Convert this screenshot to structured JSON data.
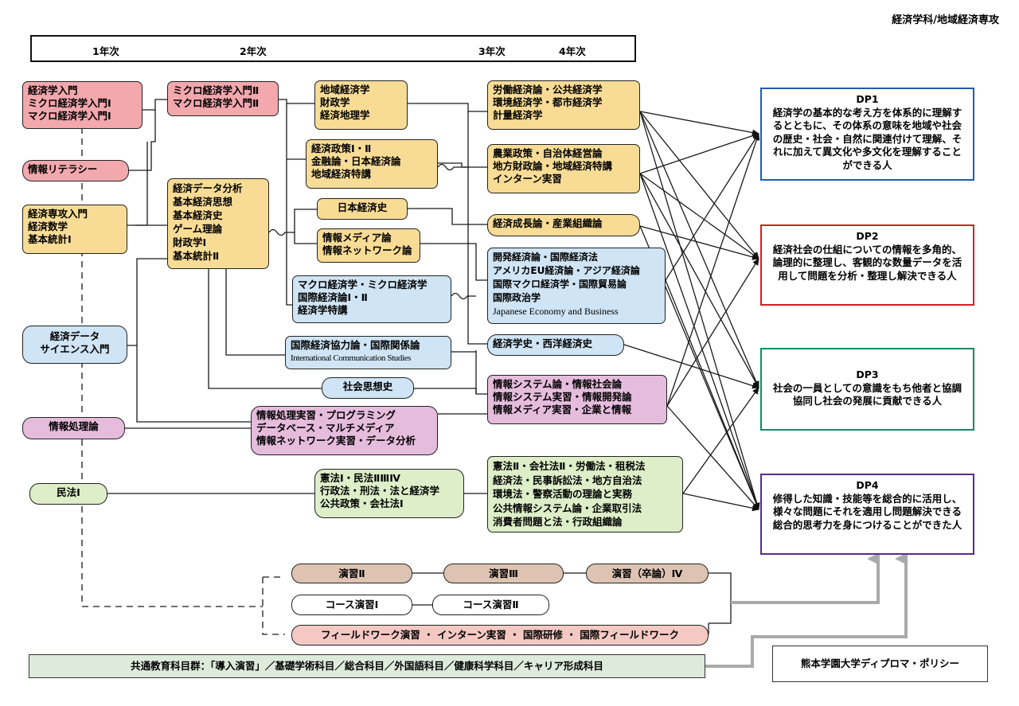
{
  "header": {
    "title": "経済学科/地域経済専攻"
  },
  "years": [
    "1年次",
    "2年次",
    "3年次",
    "4年次"
  ],
  "courses": {
    "intro": [
      "経済学入門",
      "ミクロ経済学入門Ⅰ",
      "マクロ経済学入門Ⅰ"
    ],
    "literacy": [
      "情報リテラシー"
    ],
    "major": [
      "経済専攻入門",
      "経済数学",
      "基本統計Ⅰ"
    ],
    "ds": [
      "経済データ",
      "サイエンス入門"
    ],
    "infoproc": [
      "情報処理論"
    ],
    "civil": [
      "民法Ⅰ"
    ],
    "micro2": [
      "ミクロ経済学入門Ⅱ",
      "マクロ経済学入門Ⅱ"
    ],
    "dataana": [
      "経済データ分析",
      "基本経済思想",
      "基本経済史",
      "ゲーム理論",
      "財政学Ⅰ",
      "基本統計Ⅱ"
    ],
    "regional": [
      "地域経済学",
      "財政学",
      "経済地理学"
    ],
    "policy": [
      "経済政策Ⅰ・Ⅱ",
      "金融論・日本経済論",
      "地域経済特講"
    ],
    "japanhist": [
      "日本経済史"
    ],
    "media": [
      "情報メディア論",
      "情報ネットワーク論"
    ],
    "macro": [
      "マクロ経済学・ミクロ経済学",
      "国際経済論Ⅰ・Ⅱ",
      "経済学特講"
    ],
    "coop": [
      "国際経済協力論・国際関係論",
      "International Communication Studies"
    ],
    "social": [
      "社会思想史"
    ],
    "prog": [
      "情報処理実習・プログラミング",
      "データベース・マルチメディア",
      "情報ネットワーク実習・データ分析"
    ],
    "law2": [
      "憲法Ⅰ・民法ⅡⅢⅣ",
      "行政法・刑法・法と経済学",
      "公共政策・会社法Ⅰ"
    ],
    "labor": [
      "労働経済論・公共経済学",
      "環境経済学・都市経済学",
      "計量経済学"
    ],
    "agri": [
      "農業政策・自治体経営論",
      "地方財政論・地域経済特講",
      "インターン実習"
    ],
    "growth": [
      "経済成長論・産業組織論"
    ],
    "devel": [
      "開発経済論・国際経済法",
      "アメリカEU経済論・アジア経済論",
      "国際マクロ経済学・国際貿易論",
      "国際政治学",
      "Japanese Economy and Business"
    ],
    "history": [
      "経済学史・西洋経済史"
    ],
    "infosys": [
      "情報システム論・情報社会論",
      "情報システム実習・情報開発論",
      "情報メディア実習・企業と情報"
    ],
    "law3": [
      "憲法Ⅱ・会社法Ⅱ・労働法・租税法",
      "経済法・民事訴訟法・地方自治法",
      "環境法・警察活動の理論と実務",
      "公共情報システム論・企業取引法",
      "消費者問題と法・行政組織論"
    ]
  },
  "seminars": {
    "s2": "演習Ⅱ",
    "s3": "演習Ⅲ",
    "s4": "演習（卒論）Ⅳ",
    "c1": "コース演習Ⅰ",
    "c2": "コース演習Ⅱ",
    "field": "フィールドワーク演習 ・ インターン実習 ・ 国際研修 ・ 国際フィールドワーク"
  },
  "dp": {
    "dp1": {
      "title": "DP1",
      "text": "経済学の基本的な考え方を体系的に理解するとともに、その体系の意味を地域や社会の歴史・社会・自然に関連付けて理解、それに加えて異文化や多文化を理解することができる人",
      "color": "#1f5fa8"
    },
    "dp2": {
      "title": "DP2",
      "text": "経済社会の仕組についての情報を多角的、論理的に整理し、客観的な数量データを活用して問題を分析・整理し解決できる人",
      "color": "#d41f26"
    },
    "dp3": {
      "title": "DP3",
      "text": "社会の一員としての意識をもち他者と協調協同し社会の発展に貢献できる人",
      "color": "#158a64"
    },
    "dp4": {
      "title": "DP4",
      "text": "修得した知識・技能等を総合的に活用し、様々な問題にそれを適用し問題解決できる総合的思考力を身につけることができた人",
      "color": "#5b2a8c"
    }
  },
  "common": "共通教育科目群：「導入演習」／基礎学術科目／総合科目／外国語科目／健康科学科目／キャリア形成科目",
  "policy": "熊本学園大学ディプロマ・ポリシー"
}
